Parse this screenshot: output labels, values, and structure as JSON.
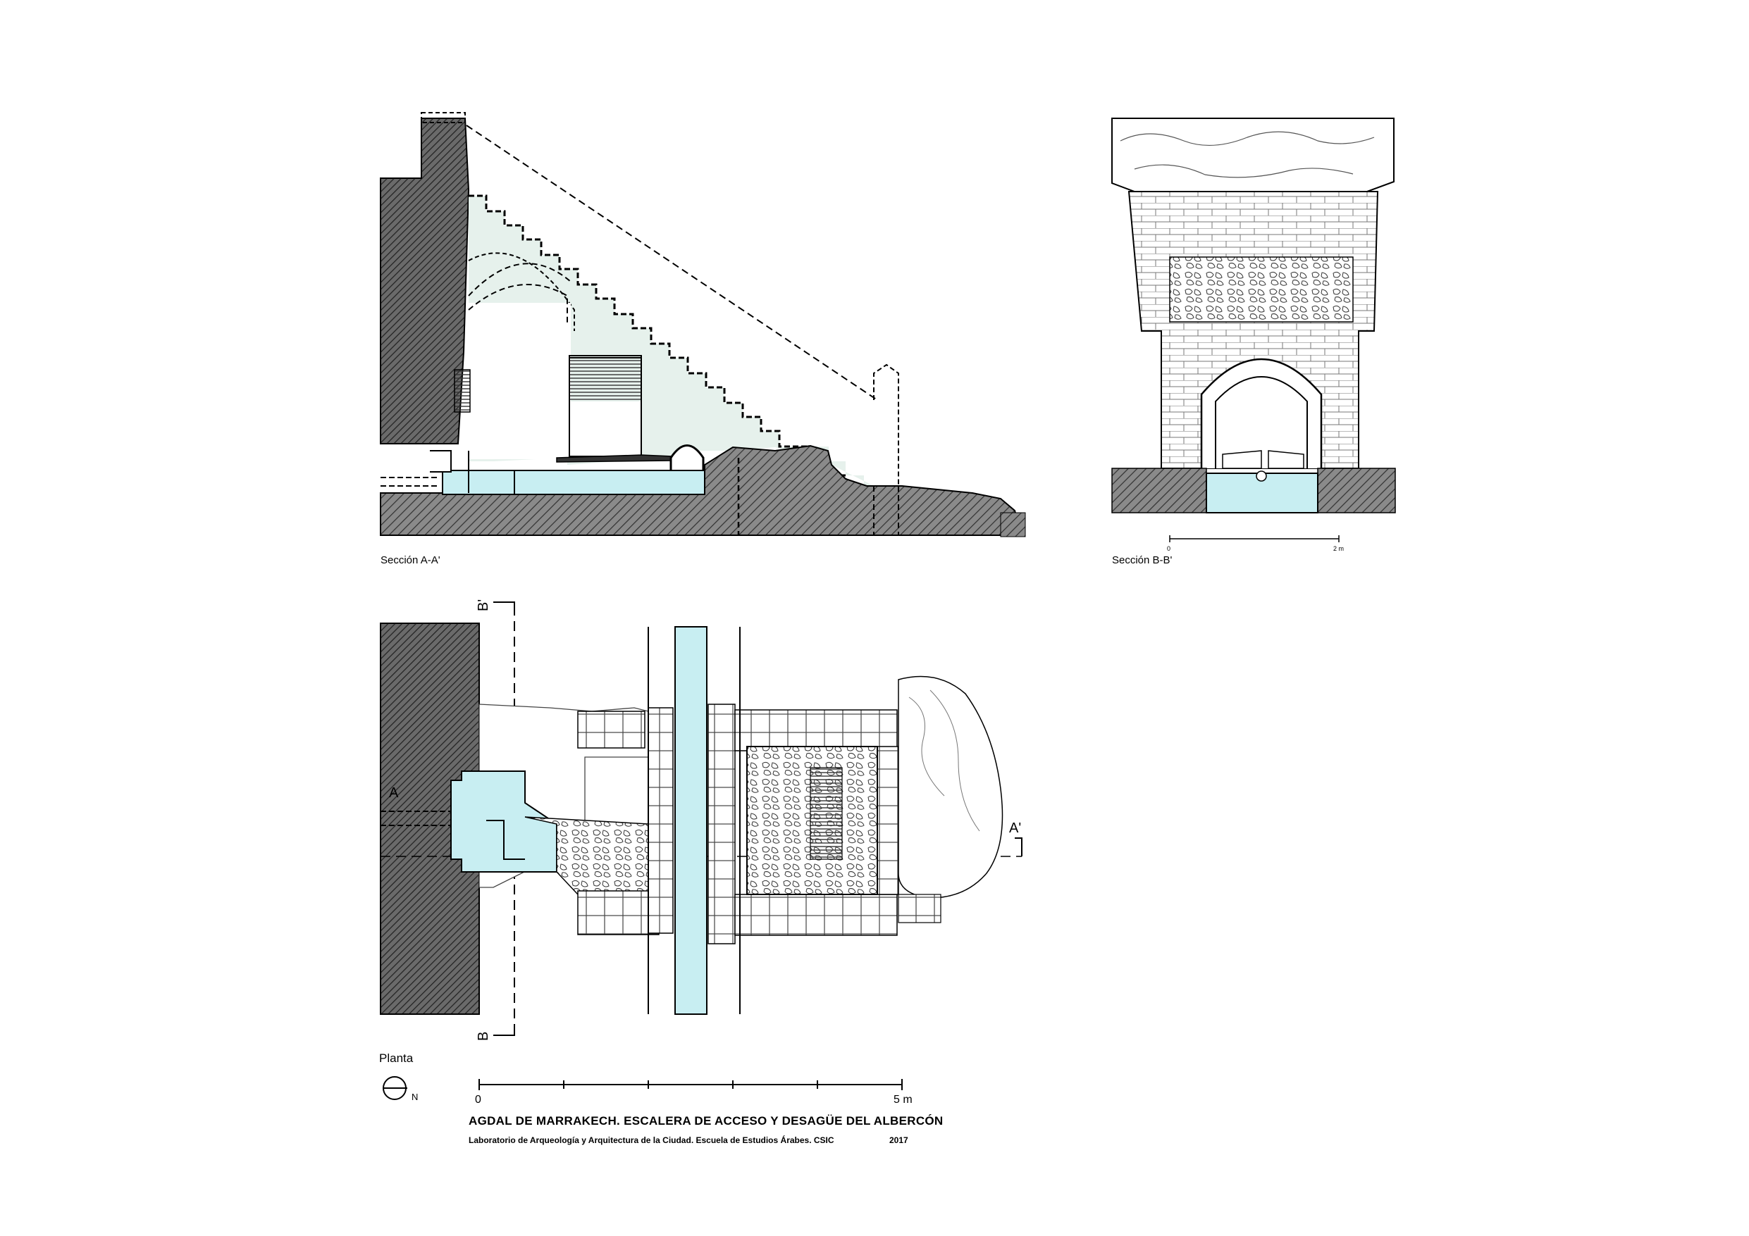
{
  "section_aa": {
    "label": "Sección A-A'"
  },
  "section_bb": {
    "label": "Sección B-B'",
    "scale_start": "0",
    "scale_end": "2 m"
  },
  "plan": {
    "label": "Planta",
    "north": "N",
    "marker_a": "A",
    "marker_a_prime": "A'",
    "marker_b_prime": "B'",
    "marker_b": "B",
    "scale_start": "0",
    "scale_end": "5 m"
  },
  "title": "AGDAL DE MARRAKECH. ESCALERA DE ACCESO Y DESAGÜE DEL ALBERCÓN",
  "credit": "Laboratorio de Arqueología y Arquitectura de la Ciudad. Escuela de Estudios Árabes. CSIC",
  "year": "2017",
  "colors": {
    "water": "#c8eef2",
    "stair_fill": "#e6f1ec",
    "wall": "#555555"
  }
}
